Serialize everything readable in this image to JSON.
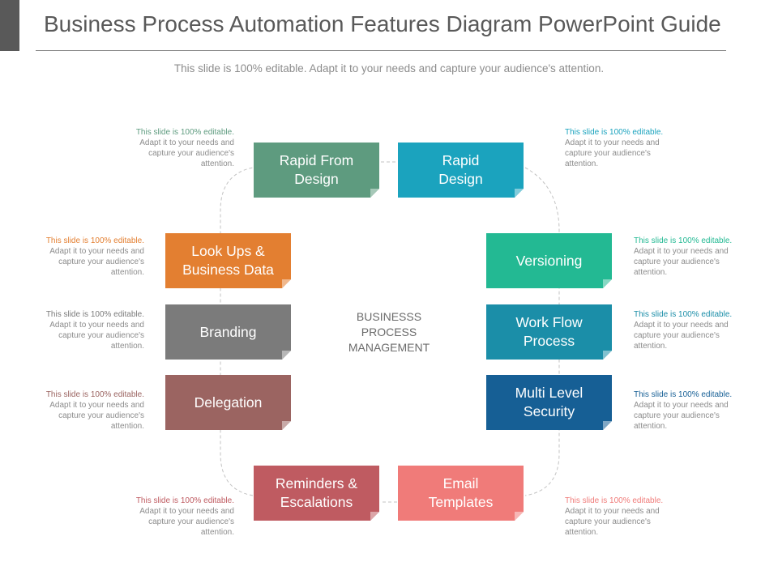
{
  "header": {
    "title": "Business Process Automation Features Diagram PowerPoint Guide",
    "subtitle": "This slide is 100% editable. Adapt it to your needs and capture your audience's attention."
  },
  "center": {
    "label_lines": [
      "BUSINESSS",
      "PROCESS",
      "MANAGEMENT"
    ]
  },
  "boxes": [
    {
      "id": "rapid-from-design",
      "lines": [
        "Rapid From",
        "Design"
      ],
      "color": "#5e9b7f"
    },
    {
      "id": "rapid-design",
      "lines": [
        "Rapid",
        "Design"
      ],
      "color": "#1ba3be"
    },
    {
      "id": "look-ups",
      "lines": [
        "Look Ups &",
        "Business Data"
      ],
      "color": "#e37f31"
    },
    {
      "id": "versioning",
      "lines": [
        "Versioning"
      ],
      "color": "#23b993"
    },
    {
      "id": "branding",
      "lines": [
        "Branding"
      ],
      "color": "#7b7b7b"
    },
    {
      "id": "work-flow",
      "lines": [
        "Work Flow",
        "Process"
      ],
      "color": "#1b8ea8"
    },
    {
      "id": "delegation",
      "lines": [
        "Delegation"
      ],
      "color": "#9b6461"
    },
    {
      "id": "multi-level",
      "lines": [
        "Multi Level",
        "Security"
      ],
      "color": "#165f95"
    },
    {
      "id": "reminders",
      "lines": [
        "Reminders &",
        "Escalations"
      ],
      "color": "#bf5b61"
    },
    {
      "id": "email-templates",
      "lines": [
        "Email",
        "Templates"
      ],
      "color": "#f07b79"
    }
  ],
  "notes": [
    {
      "id": "rapid-from-design",
      "head": "This slide is 100% editable.",
      "body": [
        "Adapt it to your needs and",
        "capture your audience's",
        "attention."
      ],
      "head_color": "#5e9b7f"
    },
    {
      "id": "rapid-design",
      "head": "This slide is 100% editable.",
      "body": [
        "Adapt it to your needs and",
        "capture your audience's",
        "attention."
      ],
      "head_color": "#1ba3be"
    },
    {
      "id": "look-ups",
      "head": "This slide is 100% editable.",
      "body": [
        "Adapt it to your needs and",
        "capture your audience's",
        "attention."
      ],
      "head_color": "#e37f31"
    },
    {
      "id": "versioning",
      "head": "This slide is 100% editable.",
      "body": [
        "Adapt it to your needs and",
        "capture your audience's",
        "attention."
      ],
      "head_color": "#23b993"
    },
    {
      "id": "branding",
      "head": "This slide is 100% editable.",
      "body": [
        "Adapt it to your needs and",
        "capture your audience's",
        "attention."
      ],
      "head_color": "#7b7b7b"
    },
    {
      "id": "work-flow",
      "head": "This slide is 100% editable.",
      "body": [
        "Adapt it to your needs and",
        "capture your audience's",
        "attention."
      ],
      "head_color": "#1b8ea8"
    },
    {
      "id": "delegation",
      "head": "This slide is 100% editable.",
      "body": [
        "Adapt it to your needs and",
        "capture your audience's",
        "attention."
      ],
      "head_color": "#9b6461"
    },
    {
      "id": "multi-level",
      "head": "This slide is 100% editable.",
      "body": [
        "Adapt it to your needs and",
        "capture your audience's",
        "attention."
      ],
      "head_color": "#165f95"
    },
    {
      "id": "reminders",
      "head": "This slide is 100% editable.",
      "body": [
        "Adapt it to your needs and",
        "capture your audience's",
        "attention."
      ],
      "head_color": "#bf5b61"
    },
    {
      "id": "email-templates",
      "head": "This slide is 100% editable.",
      "body": [
        "Adapt it to your needs and",
        "capture your audience's",
        "attention."
      ],
      "head_color": "#f07b79"
    }
  ]
}
